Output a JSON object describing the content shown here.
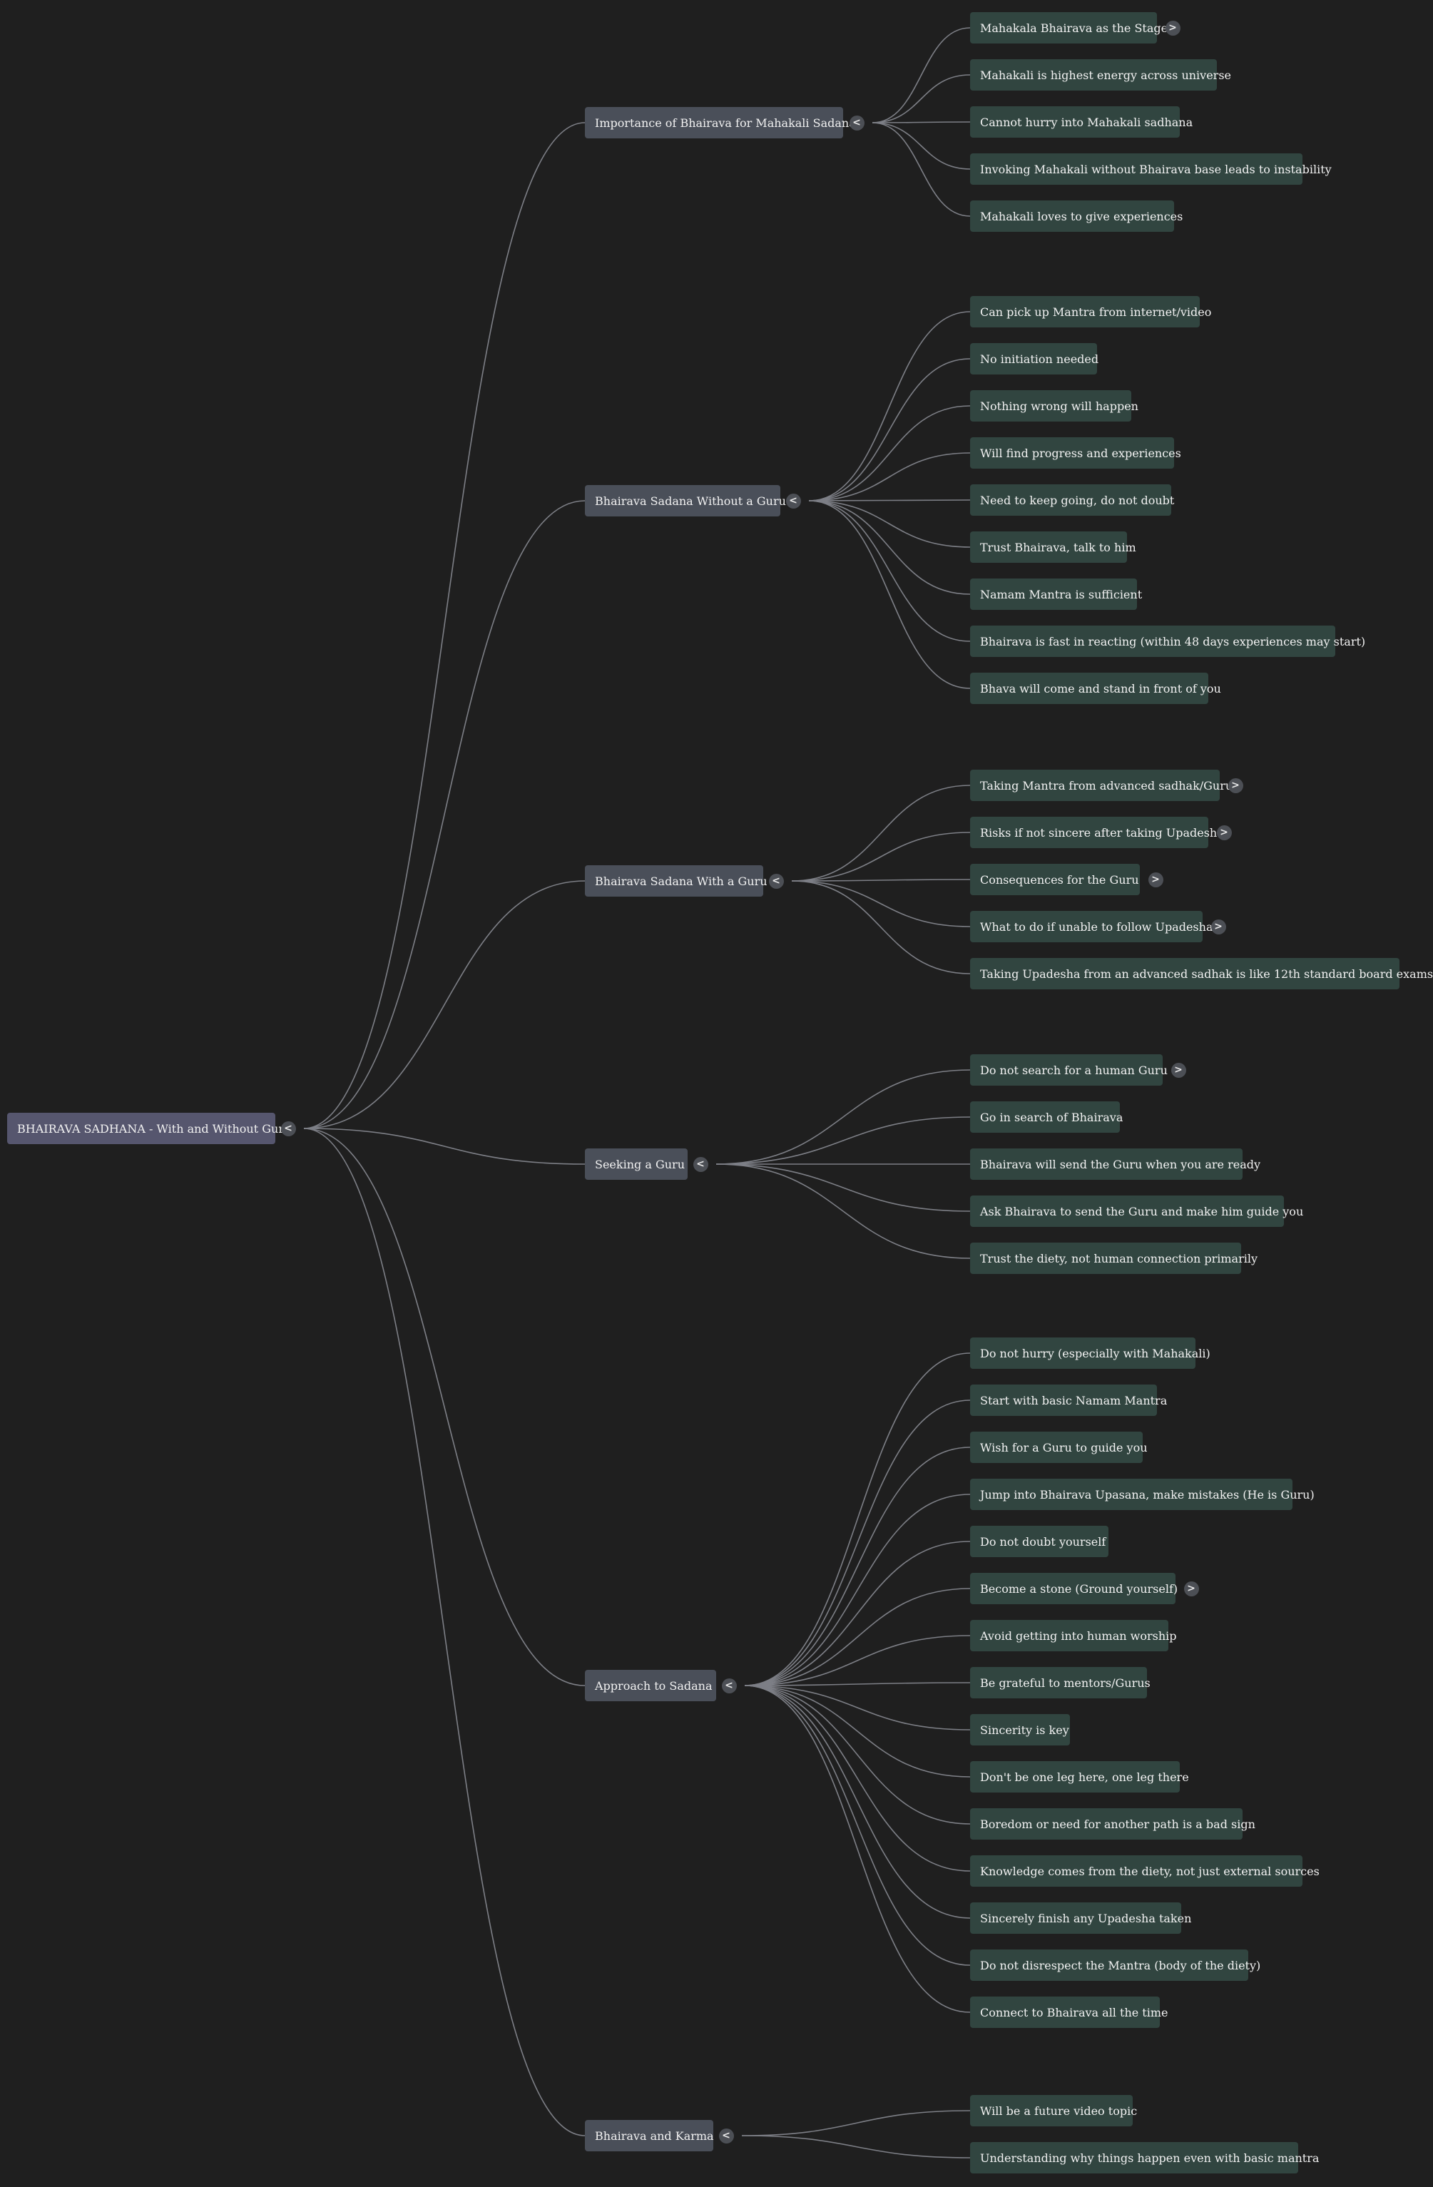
{
  "mindmap": {
    "root": {
      "label": "BHAIRAVA SADHANA - With and Without Guru",
      "toggle": "<"
    },
    "branches": [
      {
        "label": "Importance of Bhairava for Mahakali Sadana",
        "toggle": "<",
        "children": [
          {
            "label": "Mahakala Bhairava as the Stage",
            "toggle": ">"
          },
          {
            "label": "Mahakali is highest energy across universe"
          },
          {
            "label": "Cannot hurry into Mahakali sadhana"
          },
          {
            "label": "Invoking Mahakali without Bhairava base leads to instability"
          },
          {
            "label": "Mahakali loves to give experiences"
          }
        ]
      },
      {
        "label": "Bhairava Sadana Without a Guru",
        "toggle": "<",
        "children": [
          {
            "label": "Can pick up Mantra from internet/video"
          },
          {
            "label": "No initiation needed"
          },
          {
            "label": "Nothing wrong will happen"
          },
          {
            "label": "Will find progress and experiences"
          },
          {
            "label": "Need to keep going, do not doubt"
          },
          {
            "label": "Trust Bhairava, talk to him"
          },
          {
            "label": "Namam Mantra is sufficient"
          },
          {
            "label": "Bhairava is fast in reacting (within 48 days experiences may start)"
          },
          {
            "label": "Bhava will come and stand in front of you"
          }
        ]
      },
      {
        "label": "Bhairava Sadana With a Guru",
        "toggle": "<",
        "children": [
          {
            "label": "Taking Mantra from advanced sadhak/Guru",
            "toggle": ">"
          },
          {
            "label": "Risks if not sincere after taking Upadesha",
            "toggle": ">"
          },
          {
            "label": "Consequences for the Guru",
            "toggle": ">"
          },
          {
            "label": "What to do if unable to follow Upadesha",
            "toggle": ">"
          },
          {
            "label": "Taking Upadesha from an advanced sadhak is like 12th standard board exams"
          }
        ]
      },
      {
        "label": "Seeking a Guru",
        "toggle": "<",
        "children": [
          {
            "label": "Do not search for a human Guru",
            "toggle": ">"
          },
          {
            "label": "Go in search of Bhairava"
          },
          {
            "label": "Bhairava will send the Guru when you are ready"
          },
          {
            "label": "Ask Bhairava to send the Guru and make him guide you"
          },
          {
            "label": "Trust the diety, not human connection primarily"
          }
        ]
      },
      {
        "label": "Approach to Sadana",
        "toggle": "<",
        "children": [
          {
            "label": "Do not hurry (especially with Mahakali)"
          },
          {
            "label": "Start with basic Namam Mantra"
          },
          {
            "label": "Wish for a Guru to guide you"
          },
          {
            "label": "Jump into Bhairava Upasana, make mistakes (He is Guru)"
          },
          {
            "label": "Do not doubt yourself"
          },
          {
            "label": "Become a stone (Ground yourself)",
            "toggle": ">"
          },
          {
            "label": "Avoid getting into human worship"
          },
          {
            "label": "Be grateful to mentors/Gurus"
          },
          {
            "label": "Sincerity is key"
          },
          {
            "label": "Don't be one leg here, one leg there"
          },
          {
            "label": "Boredom or need for another path is a bad sign"
          },
          {
            "label": "Knowledge comes from the diety, not just external sources"
          },
          {
            "label": "Sincerely finish any Upadesha taken"
          },
          {
            "label": "Do not disrespect the Mantra (body of the diety)"
          },
          {
            "label": "Connect to Bhairava all the time"
          }
        ]
      },
      {
        "label": "Bhairava and Karma",
        "toggle": "<",
        "children": [
          {
            "label": "Will be a future video topic"
          },
          {
            "label": "Understanding why things happen even with basic mantra"
          }
        ]
      }
    ],
    "colors": {
      "background": "#1f1f1f",
      "root": "#56566e",
      "branch": "#4a4f59",
      "leaf": "#314540",
      "link": "#7d7f86",
      "text": "#f2f2f2"
    }
  }
}
